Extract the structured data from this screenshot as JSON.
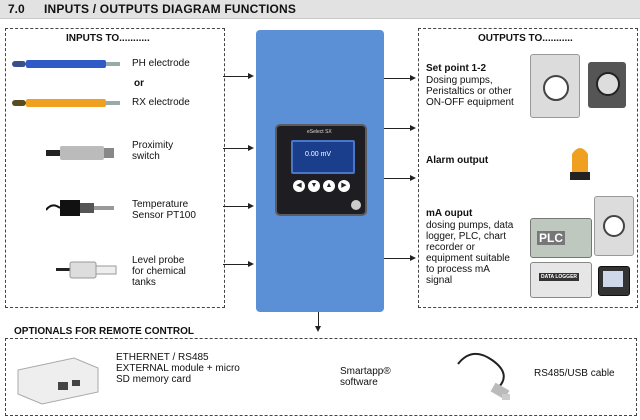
{
  "header": {
    "number": "7.0",
    "title": "INPUTS / OUTPUTS DIAGRAM FUNCTIONS"
  },
  "inputs": {
    "title": "INPUTS TO...........",
    "items": [
      {
        "label": "PH electrode",
        "icon": "ph-electrode-icon"
      },
      {
        "label": "or"
      },
      {
        "label": "RX electrode",
        "icon": "rx-electrode-icon"
      },
      {
        "label": "Proximity\nswitch",
        "icon": "proximity-switch-icon"
      },
      {
        "label": "Temperature\nSensor PT100",
        "icon": "temperature-sensor-icon"
      },
      {
        "label": "Level probe\nfor chemical\ntanks",
        "icon": "level-probe-icon"
      }
    ]
  },
  "controller": {
    "brand": "eSelect SX",
    "reading": "0.00 mV"
  },
  "outputs": {
    "title": "OUTPUTS TO...........",
    "setpoint_title": "Set point 1-2",
    "setpoint_text": "Dosing pumps,\nPeristaltics or other\nON-OFF equipment",
    "alarm_title": "Alarm output",
    "ma_title": "mA ouput",
    "ma_text": "dosing pumps, data\nlogger, PLC, chart\nrecorder or\nequipment suitable\nto process mA\nsignal",
    "plc_label": "PLC",
    "logger_label": "DATA LOGGER"
  },
  "optionals": {
    "title": "OPTIONALS FOR REMOTE CONTROL",
    "ethernet": "ETHERNET / RS485\nEXTERNAL module + micro\nSD memory card",
    "smartapp": "Smartapp®\nsoftware",
    "cable": "RS485/USB cable"
  },
  "colors": {
    "panel": "#5b8fd6",
    "screen": "#1a3d8c",
    "alarm": "#f0a020"
  }
}
